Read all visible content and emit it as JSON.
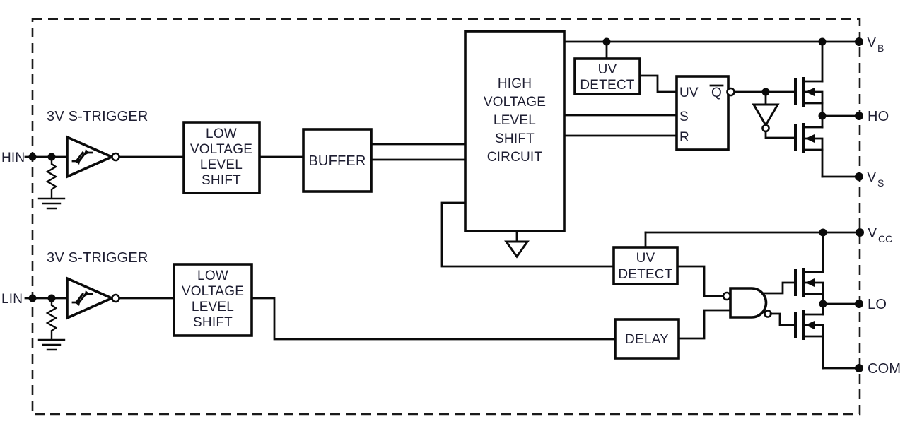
{
  "diagram": {
    "kind": "gate-driver-ic-block-diagram",
    "labels": {
      "schmitt_top": "3V S-TRIGGER",
      "schmitt_bottom": "3V S-TRIGGER"
    },
    "pins": {
      "hin": "HIN",
      "lin": "LIN",
      "vb": {
        "base": "V",
        "sub": "B"
      },
      "ho": "HO",
      "vs": {
        "base": "V",
        "sub": "S"
      },
      "vcc": {
        "base": "V",
        "sub": "CC"
      },
      "lo": "LO",
      "com": "COM"
    },
    "blocks": {
      "lvls_top": [
        "LOW",
        "VOLTAGE",
        "LEVEL",
        "SHIFT"
      ],
      "buffer": "BUFFER",
      "hvls": [
        "HIGH",
        "VOLTAGE",
        "LEVEL",
        "SHIFT",
        "CIRCUIT"
      ],
      "uv_detect_top": [
        "UV",
        "DETECT"
      ],
      "latch": {
        "uv": "UV",
        "s": "S",
        "r": "R",
        "q": "Q"
      },
      "lvls_bottom": [
        "LOW",
        "VOLTAGE",
        "LEVEL",
        "SHIFT"
      ],
      "uv_detect_bottom": [
        "UV",
        "DETECT"
      ],
      "delay": "DELAY"
    },
    "colors": {
      "line": "#0a0a0a",
      "text": "#1e1e32",
      "background": "#ffffff"
    }
  }
}
